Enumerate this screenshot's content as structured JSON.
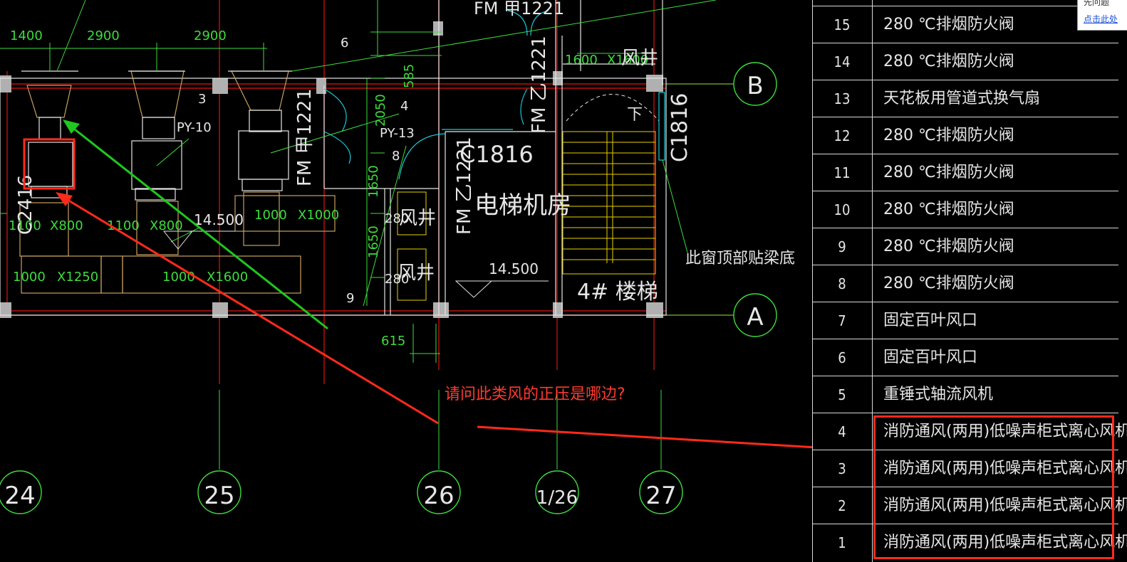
{
  "question": "请问此类风的正压是哪边?",
  "popup": {
    "line1": "先问题",
    "line2": "点击此处"
  },
  "grid_axes": [
    "24",
    "25",
    "26",
    "1/26",
    "27"
  ],
  "grid_rows": [
    "B",
    "A"
  ],
  "dimensions": {
    "d1400": "1400",
    "d2900a": "2900",
    "d2900b": "2900",
    "d585": "585",
    "d2050": "2050",
    "d1650a": "1650",
    "d1650b": "1650",
    "d615": "615",
    "d1600": "1600"
  },
  "labels": {
    "py10": "PY-10",
    "py13": "PY-13",
    "n3": "3",
    "n4": "4",
    "n6": "6",
    "n8": "8",
    "n9": "9",
    "elev1": "14.500",
    "elev2": "14.500",
    "duct1": "1000",
    "duct1b": "X1000",
    "duct2a": "1100",
    "duct2b": "X800",
    "duct3a": "1100",
    "duct3b": "X800",
    "duct4a": "1000",
    "duct4b": "X1250",
    "duct5a": "1000",
    "duct5b": "X1600",
    "shaft1": "风井",
    "shaft2": "风井",
    "shaft3": "风井",
    "v280a": "280",
    "v280b": "280",
    "elevator_room": "电梯机房",
    "stair": "4# 楼梯",
    "stair_down": "下",
    "window_note": "此窗顶部贴梁底",
    "c1816a": "C1816",
    "c1816b": "C1816",
    "fm1": "FM 甲1221",
    "fm2": "FM 甲1221",
    "fm3": "FM 乙1221",
    "fm4": "FM 乙1221",
    "side_c": "C2416",
    "x1600": "X1600"
  },
  "legend_rows": [
    {
      "no": "15",
      "desc": "280 ℃排烟防火阀"
    },
    {
      "no": "14",
      "desc": "280 ℃排烟防火阀"
    },
    {
      "no": "13",
      "desc": "天花板用管道式换气扇"
    },
    {
      "no": "12",
      "desc": "280 ℃排烟防火阀"
    },
    {
      "no": "11",
      "desc": "280 ℃排烟防火阀"
    },
    {
      "no": "10",
      "desc": "280 ℃排烟防火阀"
    },
    {
      "no": "9",
      "desc": "280 ℃排烟防火阀"
    },
    {
      "no": "8",
      "desc": "280 ℃排烟防火阀"
    },
    {
      "no": "7",
      "desc": "固定百叶风口"
    },
    {
      "no": "6",
      "desc": "固定百叶风口"
    },
    {
      "no": "5",
      "desc": "重锤式轴流风机"
    },
    {
      "no": "4",
      "desc": "消防通风(两用)低噪声柜式离心风机"
    },
    {
      "no": "3",
      "desc": "消防通风(两用)低噪声柜式离心风机"
    },
    {
      "no": "2",
      "desc": "消防通风(两用)低噪声柜式离心风机"
    },
    {
      "no": "1",
      "desc": "消防通风(两用)低噪声柜式离心风机"
    }
  ],
  "colors": {
    "green": "#3ddc3d",
    "red_line": "#e01818",
    "yellow": "#e8d000",
    "cyan": "#19c8d8",
    "tan": "#c8a060",
    "white": "#e6e6e6",
    "annotation": "#ff2a1a"
  }
}
